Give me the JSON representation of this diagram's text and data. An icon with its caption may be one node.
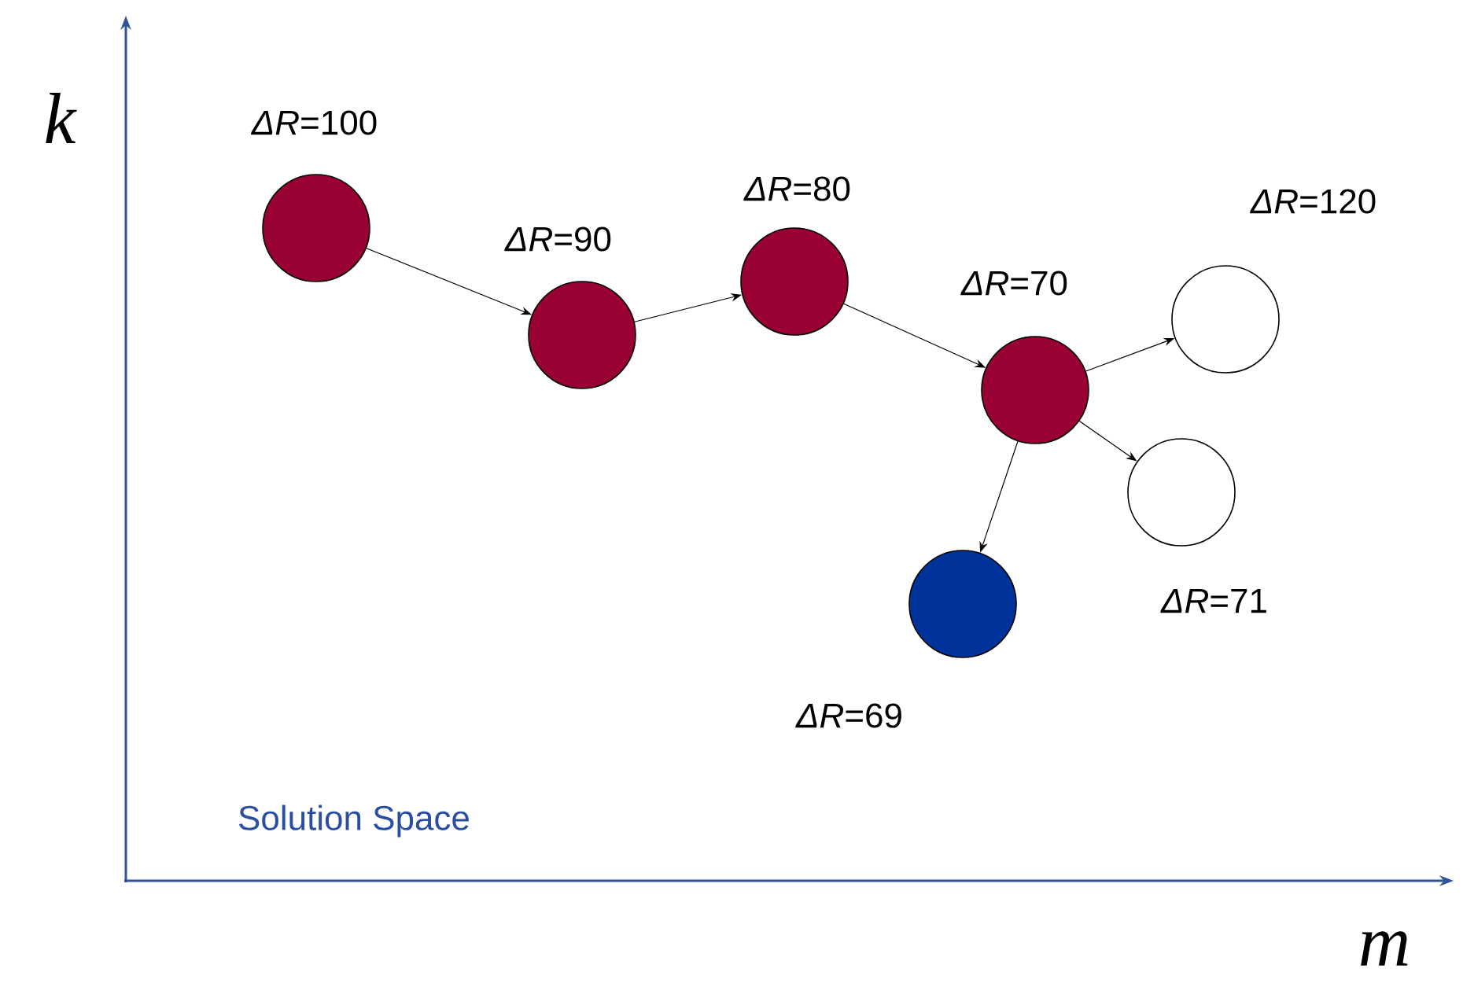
{
  "diagram": {
    "nodes": [
      {
        "text": [],
        "shape": "circle",
        "beside": [
          "*ΔR*=100"
        ]
      },
      {
        "text": [],
        "shape": "circle",
        "beside": [
          "*ΔR*=90"
        ]
      },
      {
        "text": [],
        "shape": "circle",
        "beside": [
          "*ΔR*=80"
        ]
      },
      {
        "text": [],
        "shape": "circle",
        "beside": [
          "*ΔR*=70"
        ]
      },
      {
        "text": [],
        "shape": "circle",
        "beside": [
          "*ΔR*=120"
        ]
      },
      {
        "text": [],
        "shape": "circle",
        "beside": [
          "*ΔR*=71"
        ]
      },
      {
        "text": [],
        "shape": "circle",
        "beside": [
          "*ΔR*=69"
        ]
      }
    ],
    "edges": [
      {
        "from": 0,
        "to": 1,
        "arrow": "to"
      },
      {
        "from": 1,
        "to": 2,
        "arrow": "to"
      },
      {
        "from": 2,
        "to": 3,
        "arrow": "to"
      },
      {
        "from": 3,
        "to": 4,
        "arrow": "to"
      },
      {
        "from": 3,
        "to": 5,
        "arrow": "to"
      },
      {
        "from": 3,
        "to": 6,
        "arrow": "to"
      }
    ],
    "labels": [
      "k",
      "m",
      "Solution Space"
    ]
  }
}
